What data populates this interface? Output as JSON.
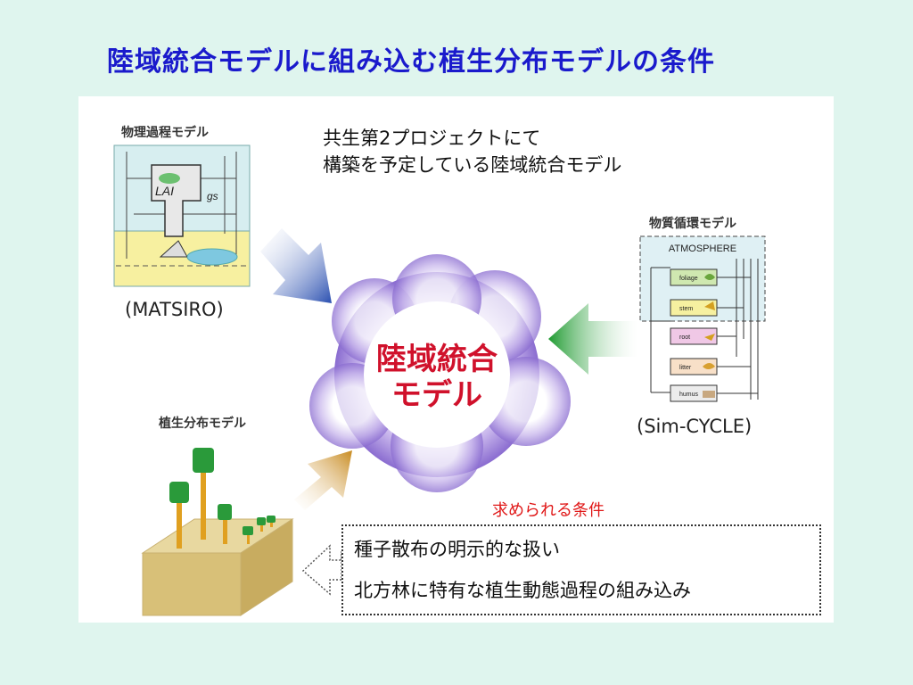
{
  "slide_title": "陸域統合モデルに組み込む植生分布モデルの条件",
  "subtitle": {
    "line1": "共生第2プロジェクトにて",
    "line2": "構築を予定している陸域統合モデル"
  },
  "physical_model": {
    "label": "物理過程モデル",
    "caption": "(MATSIRO)",
    "lai_text": "LAI",
    "gs_text": "gs"
  },
  "material_model": {
    "label": "物質循環モデル",
    "caption": "(Sim-CYCLE)",
    "atmosphere_text": "ATMOSPHERE",
    "pools": [
      "foliage",
      "stem",
      "root",
      "litter",
      "humus"
    ]
  },
  "vegetation_model": {
    "label": "植生分布モデル"
  },
  "center": {
    "line1": "陸域統合",
    "line2": "モデル"
  },
  "requirements": {
    "heading": "求められる条件",
    "items": [
      "種子散布の明示的な扱い",
      "北方林に特有な植生動態過程の組み込み"
    ]
  },
  "colors": {
    "title_blue": "#1a1acc",
    "center_text_red": "#d0112b",
    "arrow_blue": "#2a4fb0",
    "arrow_green": "#1e9a30",
    "arrow_orange": "#c88a1e"
  }
}
